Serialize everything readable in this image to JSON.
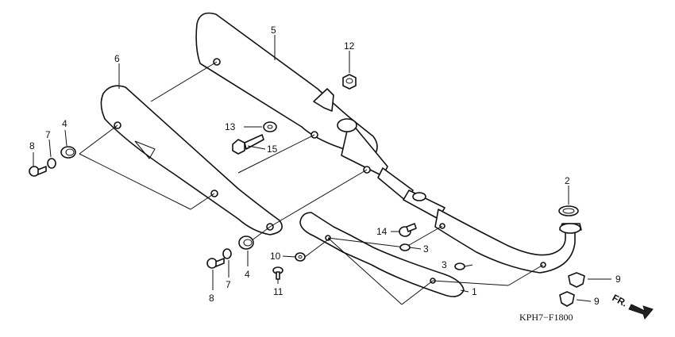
{
  "diagram": {
    "callouts": {
      "c1": "1",
      "c2": "2",
      "c3a": "3",
      "c3b": "3",
      "c4a": "4",
      "c4b": "4",
      "c5": "5",
      "c6": "6",
      "c7a": "7",
      "c7b": "7",
      "c8a": "8",
      "c8b": "8",
      "c9a": "9",
      "c9b": "9",
      "c10": "10",
      "c11": "11",
      "c12": "12",
      "c13": "13",
      "c14": "14",
      "c15": "15"
    },
    "drawing_code": "KPH7−F1800",
    "direction_label": "FR."
  }
}
